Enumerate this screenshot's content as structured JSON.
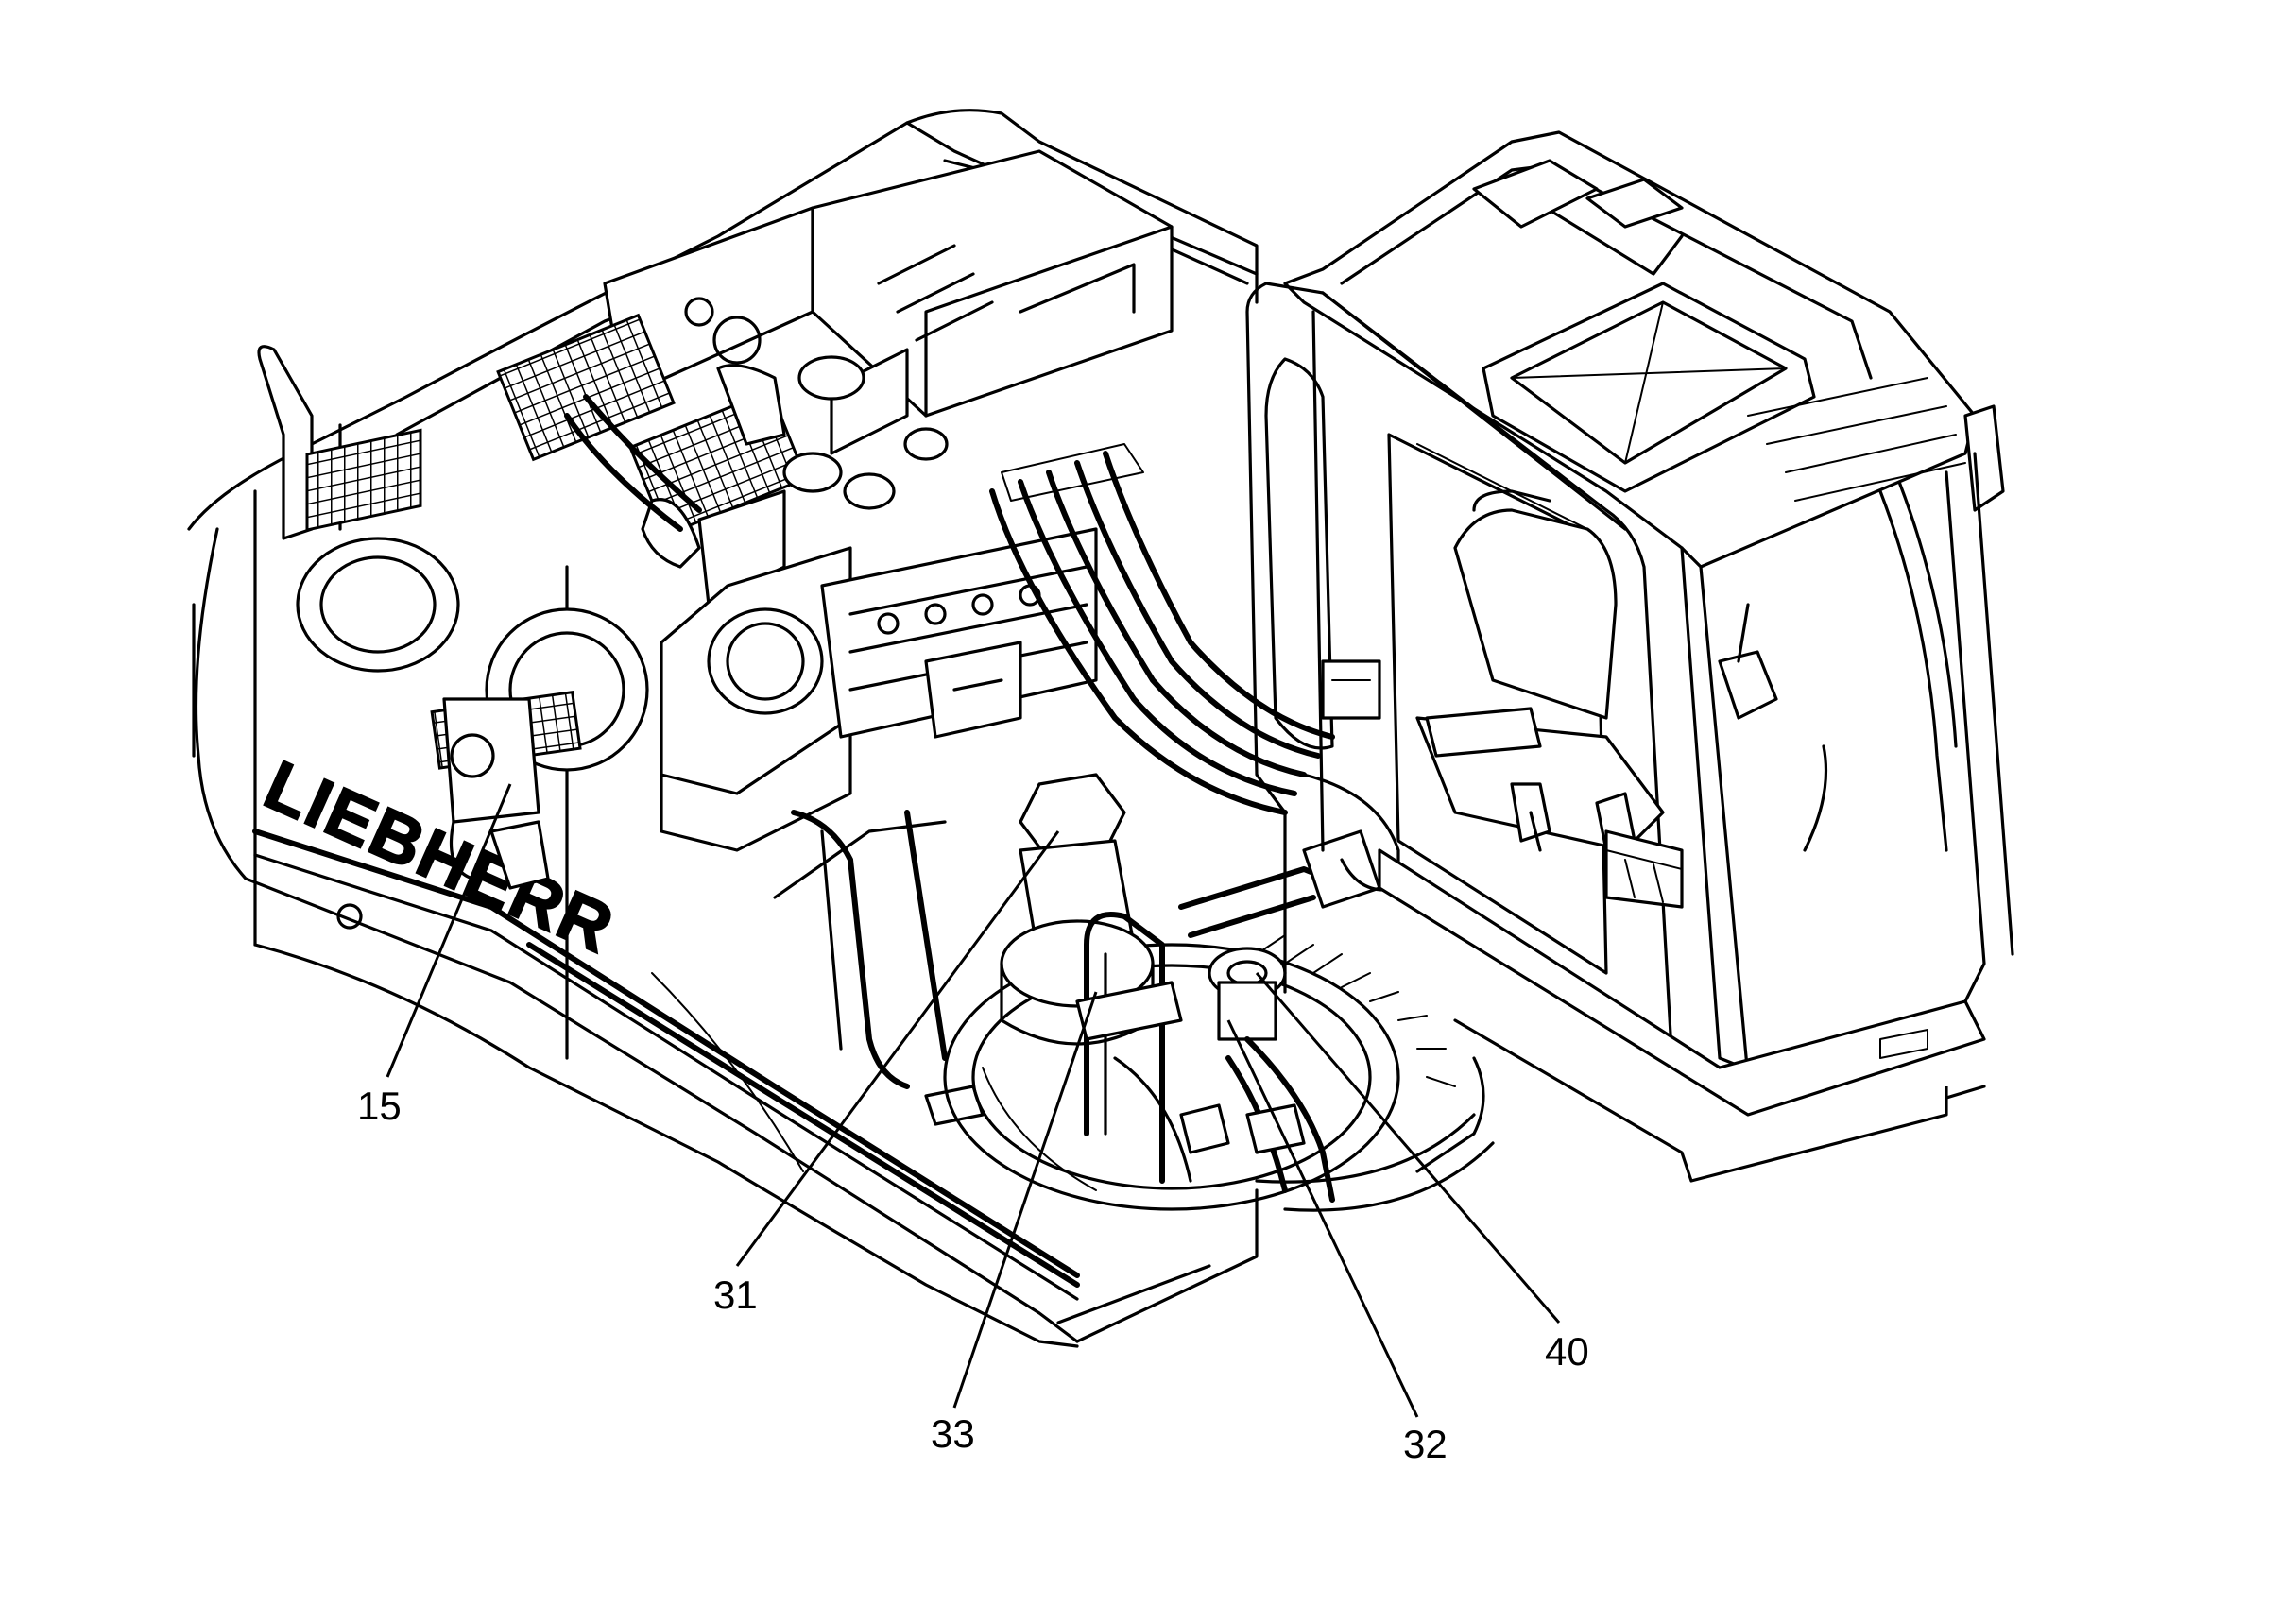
{
  "brand": "LIEBHERR",
  "callouts": [
    {
      "id": "15",
      "label": "15"
    },
    {
      "id": "31",
      "label": "31"
    },
    {
      "id": "33",
      "label": "33"
    },
    {
      "id": "32",
      "label": "32"
    },
    {
      "id": "40",
      "label": "40"
    }
  ]
}
